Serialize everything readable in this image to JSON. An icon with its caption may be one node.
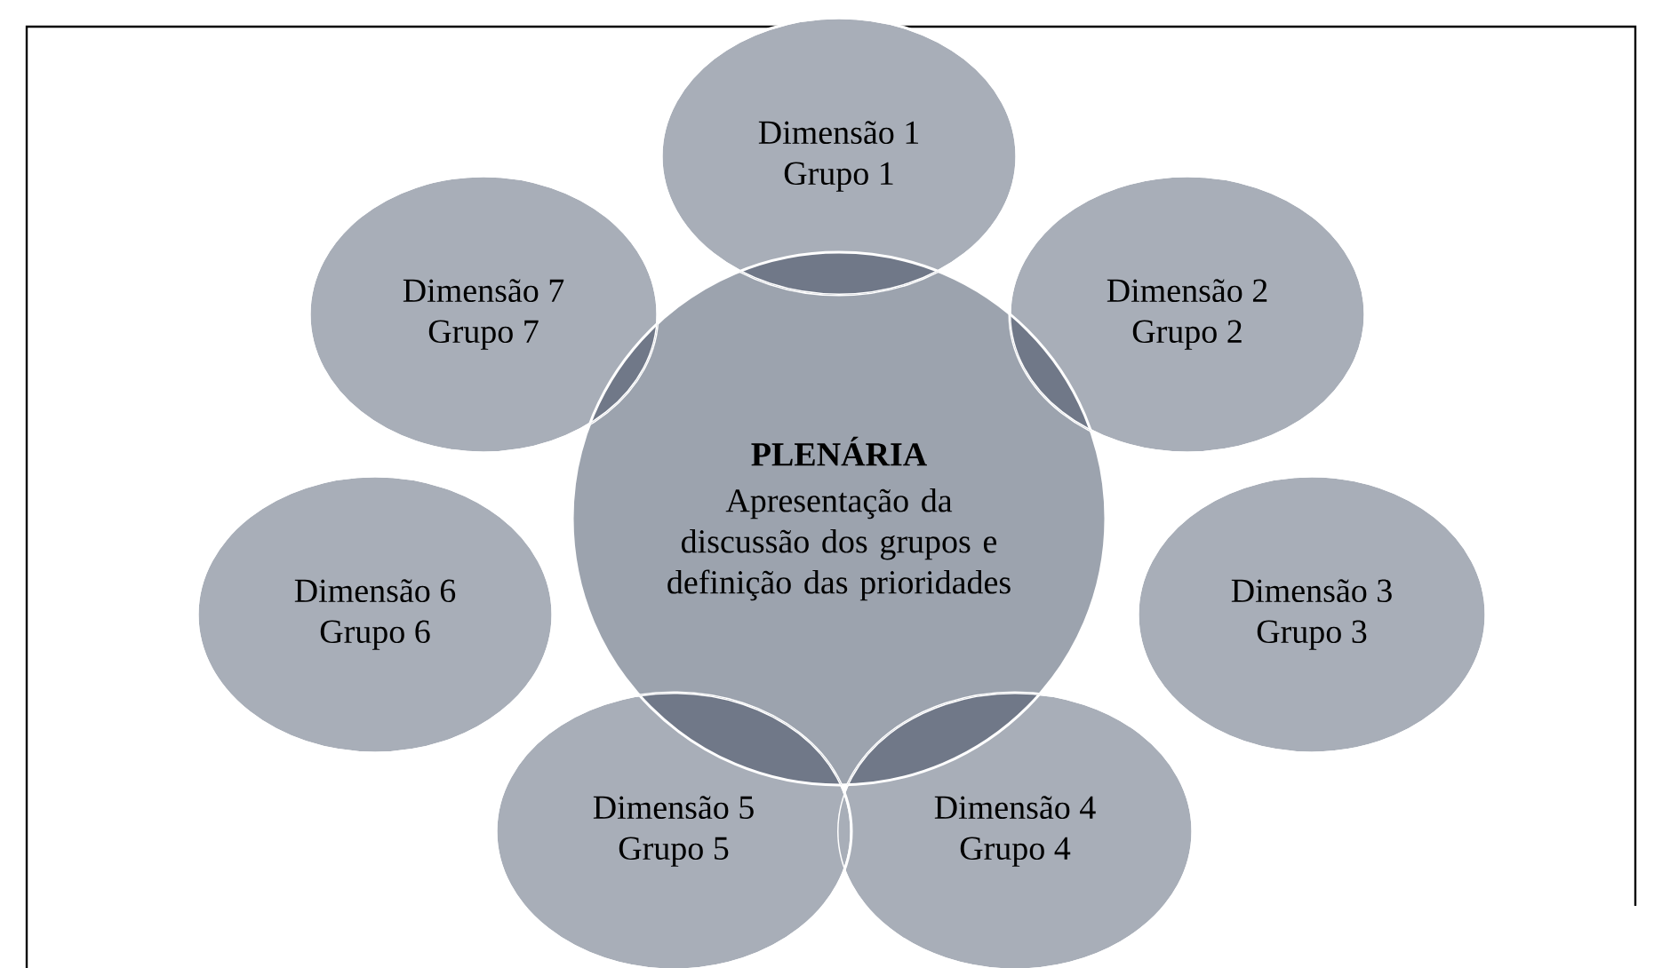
{
  "diagram": {
    "nodes": [
      {
        "text": [
          "PLENÁRIA",
          "Apresentação da discussão dos grupos e definição das prioridades"
        ]
      },
      {
        "text": [
          "Dimensão 1",
          "Grupo 1"
        ]
      },
      {
        "text": [
          "Dimensão 2",
          "Grupo 2"
        ]
      },
      {
        "text": [
          "Dimensão 3",
          "Grupo 3"
        ]
      },
      {
        "text": [
          "Dimensão 4",
          "Grupo 4"
        ]
      },
      {
        "text": [
          "Dimensão 5",
          "Grupo 5"
        ]
      },
      {
        "text": [
          "Dimensão 6",
          "Grupo 6"
        ]
      },
      {
        "text": [
          "Dimensão 7",
          "Grupo 7"
        ]
      }
    ]
  }
}
